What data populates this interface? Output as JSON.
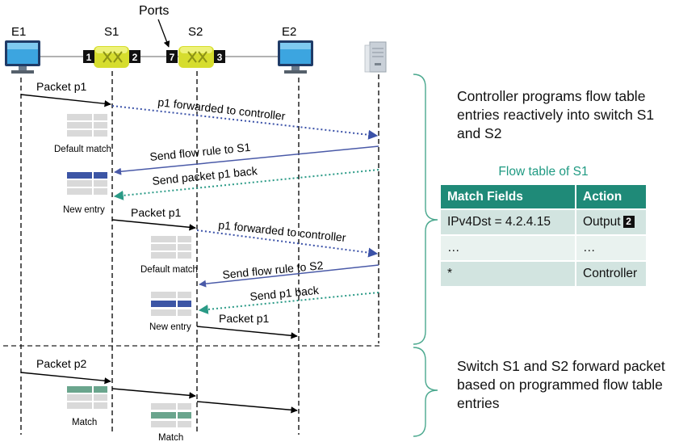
{
  "labels": {
    "ports": "Ports",
    "e1": "E1",
    "s1": "S1",
    "s2": "S2",
    "e2": "E2",
    "port1": "1",
    "port2": "2",
    "port7": "7",
    "port3": "3"
  },
  "messages": [
    {
      "text": "Packet p1"
    },
    {
      "text": "p1 forwarded to controller"
    },
    {
      "text": "Send flow rule to S1"
    },
    {
      "text": "Send packet p1 back"
    },
    {
      "text": "Packet p1"
    },
    {
      "text": "p1 forwarded to controller"
    },
    {
      "text": "Send flow rule to S2"
    },
    {
      "text": "Send p1 back"
    },
    {
      "text": "Packet p1"
    },
    {
      "text": "Packet p2"
    }
  ],
  "table_captions": {
    "default_match_1": "Default match",
    "new_entry_1": "New entry",
    "default_match_2": "Default match",
    "new_entry_2": "New entry",
    "match_1": "Match",
    "match_2": "Match"
  },
  "notes": {
    "top": "Controller programs flow table entries reactively into switch S1 and S2",
    "bottom": "Switch S1 and S2 forward packet based on programmed flow table entries"
  },
  "flow_table": {
    "title": "Flow table of S1",
    "headers": [
      "Match Fields",
      "Action"
    ],
    "rows": [
      {
        "match": "IPv4Dst = 4.2.4.15",
        "action": "Output",
        "port": "2"
      },
      {
        "match": "…",
        "action": "…",
        "port": ""
      },
      {
        "match": "*",
        "action": "Controller",
        "port": ""
      }
    ]
  },
  "colors": {
    "black_arrow": "#000000",
    "controller_dotted": "#3b52a8",
    "rule_arrow": "#4a5aa8",
    "packet_back_dotted": "#2a9a86",
    "bracket": "#4aa88e",
    "table_header": "#1f8a78",
    "highlight_entry": "#3c55a5",
    "match_entry": "#6aa58d"
  }
}
